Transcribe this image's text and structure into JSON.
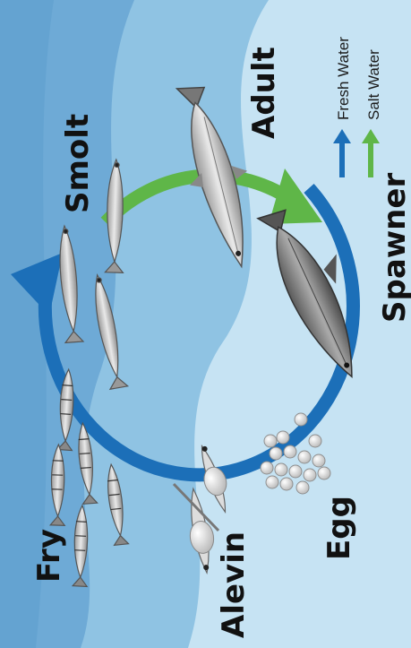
{
  "diagram": {
    "stages": {
      "adult": "Adult",
      "spawner": "Spawner",
      "egg": "Egg",
      "alevin": "Alevin",
      "fry": "Fry",
      "smolt": "Smolt"
    },
    "legend": {
      "fresh_water": "Fresh Water",
      "salt_water": "Salt Water"
    },
    "colors": {
      "fresh_water": "#1c6fb8",
      "salt_water": "#5fb648",
      "background_light": "#c6e3f3",
      "background_mid": "#8fc3e3",
      "background_dark": "#6eaad6"
    }
  }
}
